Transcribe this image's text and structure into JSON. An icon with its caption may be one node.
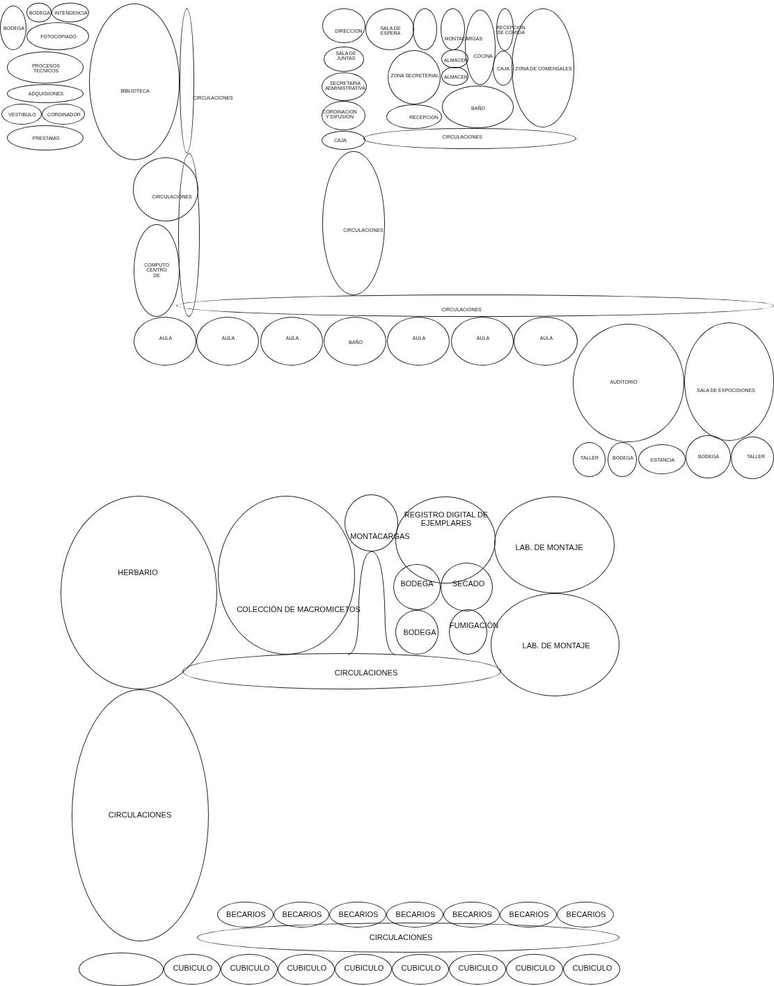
{
  "diagram": {
    "nodes": [
      {
        "text": [
          "BODEGA"
        ]
      },
      {
        "text": [
          "INTENDENCIA"
        ]
      },
      {
        "text": [
          "BODEGA"
        ]
      },
      {
        "text": [
          "FOTOCOPIADO"
        ]
      },
      {
        "text": [
          "PROCESOS TECNICOS"
        ]
      },
      {
        "text": [
          "ADQUISIIONES"
        ]
      },
      {
        "text": [
          "VESTIBULO"
        ]
      },
      {
        "text": [
          "CORDINADOR"
        ]
      },
      {
        "text": [
          "PRESTAMO"
        ]
      },
      {
        "text": [
          "BIBLIOTECA"
        ]
      },
      {
        "text": [
          "CIRCULACIONES"
        ]
      },
      {
        "text": [
          "CIRCULACIONES"
        ]
      },
      {
        "text": [],
        "shape": "ellipse"
      },
      {
        "text": [
          "COMPUTO CENTRO DE"
        ]
      },
      {
        "text": [
          "DIRECCION"
        ]
      },
      {
        "text": [
          "SALA DE ESPERA"
        ]
      },
      {
        "text": [],
        "shape": "ellipse"
      },
      {
        "text": [
          "MONTACARGAS"
        ]
      },
      {
        "text": [
          "RECEPCION DE COMIDA"
        ]
      },
      {
        "text": [
          "COCINA"
        ]
      },
      {
        "text": [
          "SALA DE JUNTAS"
        ]
      },
      {
        "text": [
          "ZONA SECRETERIAL"
        ]
      },
      {
        "text": [
          "ALMACEN"
        ]
      },
      {
        "text": [
          "ALMACEN"
        ]
      },
      {
        "text": [
          "CAJA"
        ]
      },
      {
        "text": [
          "ZONA DE COMENSALES"
        ]
      },
      {
        "text": [
          "SECRETARIA ADMINISTRATIVA"
        ]
      },
      {
        "text": [
          "CORDINACION Y DIFUSION"
        ]
      },
      {
        "text": [
          "BAÑO"
        ]
      },
      {
        "text": [
          "RECEPCION"
        ]
      },
      {
        "text": [
          "CAJA"
        ]
      },
      {
        "text": [
          "CIRCULACIONES"
        ]
      },
      {
        "text": [
          "CIRCULACIONES"
        ]
      },
      {
        "text": [
          "CIRCULACIONES"
        ]
      },
      {
        "text": [
          "AULA"
        ]
      },
      {
        "text": [
          "AULA"
        ]
      },
      {
        "text": [
          "AULA"
        ]
      },
      {
        "text": [
          "BAÑO"
        ]
      },
      {
        "text": [
          "AULA"
        ]
      },
      {
        "text": [
          "AULA"
        ]
      },
      {
        "text": [
          "AULA"
        ]
      },
      {
        "text": [
          "AUDITORIO"
        ]
      },
      {
        "text": [
          "SALA DE EXPOCISIONES"
        ]
      },
      {
        "text": [
          "TALLER"
        ]
      },
      {
        "text": [
          "BODEGA"
        ]
      },
      {
        "text": [
          "ESTANCIA"
        ]
      },
      {
        "text": [
          "BODEGA"
        ]
      },
      {
        "text": [
          "TALLER"
        ]
      },
      {
        "text": [
          "HERBARIO"
        ]
      },
      {
        "text": [
          "COLECCIÓN DE MACROMICETOS"
        ]
      },
      {
        "text": [
          "MONTACARGAS"
        ]
      },
      {
        "text": [
          "REGISTRO DIGITAL DE EJEMPLARES"
        ]
      },
      {
        "text": [
          "LAB.  DE MONTAJE"
        ]
      },
      {
        "text": [],
        "shape": "arch"
      },
      {
        "text": [
          "BODEGA"
        ]
      },
      {
        "text": [
          "SECADO"
        ]
      },
      {
        "text": [
          "BODEGA"
        ]
      },
      {
        "text": [
          "FUMIGACIÓN"
        ]
      },
      {
        "text": [
          "LAB.  DE MONTAJE"
        ]
      },
      {
        "text": [
          "CIRCULACIONES"
        ]
      },
      {
        "text": [
          "CIRCULACIONES"
        ]
      },
      {
        "text": [
          "BECARIOS"
        ]
      },
      {
        "text": [
          "BECARIOS"
        ]
      },
      {
        "text": [
          "BECARIOS"
        ]
      },
      {
        "text": [
          "BECARIOS"
        ]
      },
      {
        "text": [
          "BECARIOS"
        ]
      },
      {
        "text": [
          "BECARIOS"
        ]
      },
      {
        "text": [
          "BECARIOS"
        ]
      },
      {
        "text": [
          "CIRCULACIONES"
        ]
      },
      {
        "text": [],
        "shape": "ellipse"
      },
      {
        "text": [
          "CUBICULO"
        ]
      },
      {
        "text": [
          "CUBICULO"
        ]
      },
      {
        "text": [
          "CUBICULO"
        ]
      },
      {
        "text": [
          "CUBICULO"
        ]
      },
      {
        "text": [
          "CUBICULO"
        ]
      },
      {
        "text": [
          "CUBICULO"
        ]
      },
      {
        "text": [
          "CUBICULO"
        ]
      },
      {
        "text": [
          "CUBICULO"
        ]
      }
    ]
  }
}
